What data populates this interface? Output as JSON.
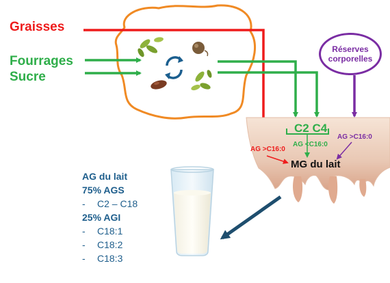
{
  "inputs": {
    "fats": "Graisses",
    "forage": "Fourrages",
    "sugar": "Sucre"
  },
  "reserves": "Réserves corporelles",
  "udder": {
    "precursors": "C2  C4",
    "ag_red": "AG >C16:0",
    "ag_green": "AG <C16:0",
    "ag_purple": "AG >C16:0",
    "result": "MG du lait"
  },
  "milk_fa": {
    "title": "AG du lait",
    "saturated_header": "75% AGS",
    "saturated_items": [
      "C2 – C18"
    ],
    "unsaturated_header": "25% AGI",
    "unsaturated_items": [
      "C18:1",
      "C18:2",
      "C18:3"
    ],
    "bullet": "-"
  },
  "colors": {
    "fat": "#ee1c1c",
    "forage": "#2fae4a",
    "reserves": "#7a2da3",
    "rumen_outline": "#f08a24",
    "milk_text": "#1e5e8c",
    "arrow_dark": "#1e4e6e"
  },
  "icons": [
    "rumen-outline",
    "recycle-arrows-icon",
    "bacteria-icon",
    "protozoa-icon",
    "milk-glass-icon",
    "udder-icon"
  ]
}
